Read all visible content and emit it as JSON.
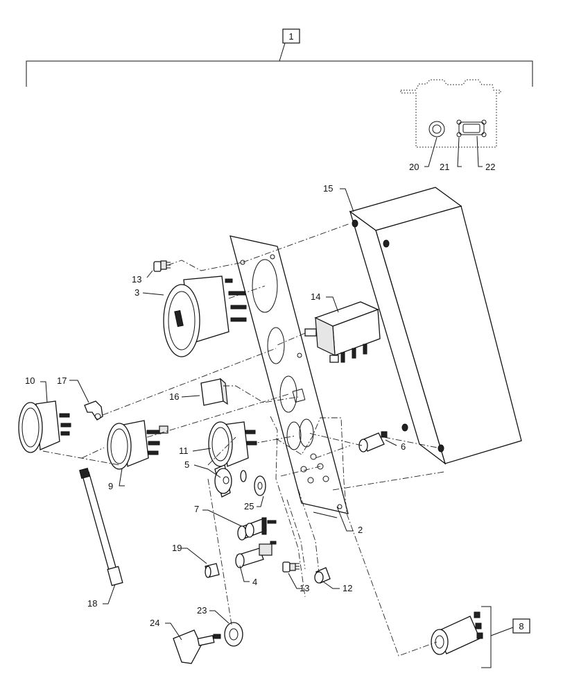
{
  "diagram": {
    "assembly_label": "1",
    "kit_label": "8",
    "callouts": [
      {
        "id": "c2",
        "label": "2"
      },
      {
        "id": "c3",
        "label": "3"
      },
      {
        "id": "c4",
        "label": "4"
      },
      {
        "id": "c5",
        "label": "5"
      },
      {
        "id": "c6",
        "label": "6"
      },
      {
        "id": "c7",
        "label": "7"
      },
      {
        "id": "c9",
        "label": "9"
      },
      {
        "id": "c10",
        "label": "10"
      },
      {
        "id": "c11",
        "label": "11"
      },
      {
        "id": "c12",
        "label": "12"
      },
      {
        "id": "c13a",
        "label": "13"
      },
      {
        "id": "c13b",
        "label": "13"
      },
      {
        "id": "c14",
        "label": "14"
      },
      {
        "id": "c15",
        "label": "15"
      },
      {
        "id": "c16",
        "label": "16"
      },
      {
        "id": "c17",
        "label": "17"
      },
      {
        "id": "c18",
        "label": "18"
      },
      {
        "id": "c19",
        "label": "19"
      },
      {
        "id": "c20",
        "label": "20"
      },
      {
        "id": "c21",
        "label": "21"
      },
      {
        "id": "c22",
        "label": "22"
      },
      {
        "id": "c23",
        "label": "23"
      },
      {
        "id": "c24",
        "label": "24"
      },
      {
        "id": "c25",
        "label": "25"
      }
    ]
  }
}
